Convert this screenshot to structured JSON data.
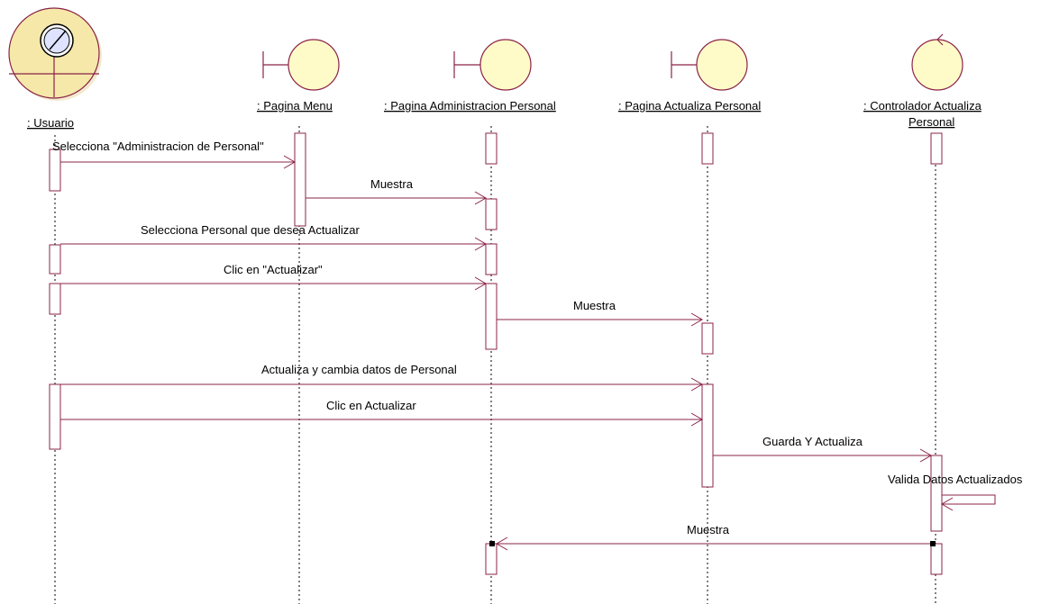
{
  "participants": {
    "usuario": ": Usuario",
    "pagina_menu": ": Pagina Menu",
    "pagina_admin": ": Pagina Administracion Personal",
    "pagina_actualiza": ": Pagina Actualiza Personal",
    "controlador_line1": ": Controlador Actualiza",
    "controlador_line2": "Personal"
  },
  "messages": {
    "m1": "Selecciona \"Administracion de Personal\"",
    "m2": "Muestra",
    "m3": "Selecciona Personal que desea Actualizar",
    "m4": "Clic en \"Actualizar\"",
    "m5": "Muestra",
    "m6": "Actualiza y cambia datos de Personal",
    "m7": "Clic en Actualizar",
    "m8": "Guarda Y Actualiza",
    "m9": "Valida Datos Actualizados",
    "m10": "Muestra"
  },
  "colors": {
    "line": "#8b2348",
    "object_fill": "#fffbc8",
    "actor_fill": "#f5e8a8"
  }
}
